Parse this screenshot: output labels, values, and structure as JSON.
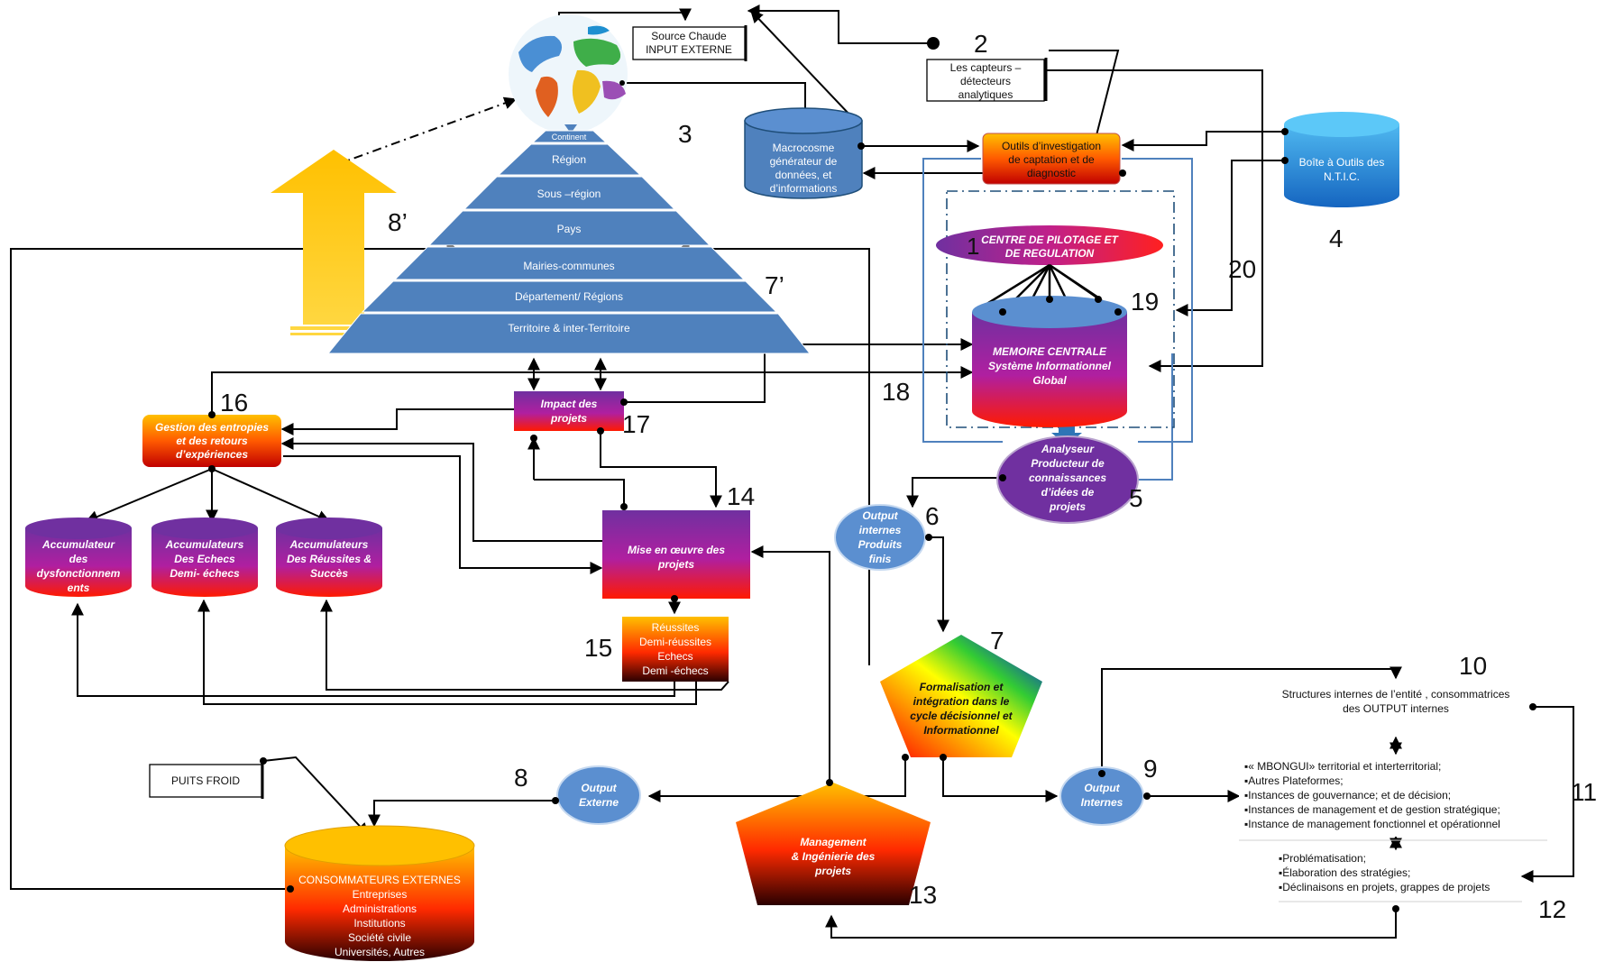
{
  "source_box": {
    "line1": "Source Chaude",
    "line2": "INPUT EXTERNE"
  },
  "sensors_box": {
    "line1": "Les capteurs –",
    "line2": "détecteurs",
    "line3": "analytiques"
  },
  "macrocosme": {
    "line1": "Macrocosme",
    "line2": "générateur de",
    "line3": "données, et",
    "line4": "d’informations"
  },
  "tools_box": {
    "line1": "Outils d’investigation",
    "line2": "de captation et de",
    "line3": "diagnostic"
  },
  "ntic": {
    "line1": "Boîte à Outils des",
    "line2": "N.T.I.C."
  },
  "pyramid": {
    "levels": [
      "Continent",
      "Région",
      "Sous –région",
      "Pays",
      "Mairies-communes",
      "Département/ Régions",
      "Territoire & inter-Territoire"
    ]
  },
  "centre": {
    "line1": "CENTRE DE PILOTAGE  ET",
    "line2": "DE REGULATION"
  },
  "memoire": {
    "line1": "MEMOIRE CENTRALE",
    "line2": "Système Informationnel",
    "line3": "Global"
  },
  "analyseur": {
    "line1": "Analyseur",
    "line2": "Producteur de",
    "line3": "connaissances",
    "line4": "d’idées de",
    "line5": "projets"
  },
  "output_internes_finis": {
    "line1": "Output",
    "line2": "internes",
    "line3": "Produits",
    "line4": "finis"
  },
  "gestion": {
    "line1": "Gestion des entropies",
    "line2": "et des retours",
    "line3": "d’expériences"
  },
  "impact": {
    "line1": "Impact des",
    "line2": "projets"
  },
  "acc1": {
    "line1": "Accumulateur",
    "line2": "des",
    "line3": "dysfonctionnem",
    "line4": "ents"
  },
  "acc2": {
    "line1": "Accumulateurs",
    "line2": "Des Echecs",
    "line3": "Demi- échecs"
  },
  "acc3": {
    "line1": "Accumulateurs",
    "line2": "Des Réussites &",
    "line3": "Succès"
  },
  "mise": {
    "line1": "Mise en œuvre des",
    "line2": "projets"
  },
  "results": {
    "line1": "Réussites",
    "line2": "Demi-réussites",
    "line3": "Echecs",
    "line4": "Demi -échecs"
  },
  "formalisation": {
    "line1": "Formalisation et",
    "line2": "intégration dans le",
    "line3": "cycle décisionnel  et",
    "line4": "Informationnel"
  },
  "management": {
    "line1": "Management",
    "line2": "& Ingénierie des",
    "line3": "projets"
  },
  "output_externe": {
    "line1": "Output",
    "line2": "Externe"
  },
  "output_internes": {
    "line1": "Output",
    "line2": "Internes"
  },
  "puits": "PUITS FROID",
  "consommateurs": {
    "title": "CONSOMMATEURS EXTERNES",
    "items": [
      "Entreprises",
      "Administrations",
      "Institutions",
      "Société civile",
      "Universités, Autres"
    ]
  },
  "structures": {
    "line1": "Structures internes de l’entité , consommatrices",
    "line2": "des OUTPUT  internes"
  },
  "instances": [
    "« MBONGUI» territorial et interterritorial;",
    "Autres Plateformes;",
    "Instances de gouvernance; et de décision;",
    "Instances de management et de gestion stratégique;",
    "Instance de management  fonctionnel et opérationnel"
  ],
  "strategy": [
    "Problématisation;",
    "Élaboration des stratégies;",
    "Déclinaisons en projets, grappes de projets"
  ],
  "numbers": {
    "n1": "1",
    "n2": "2",
    "n3": "3",
    "n4": "4",
    "n5": "5",
    "n6": "6",
    "n7": "7",
    "n7p": "7’",
    "n8": "8",
    "n8p": "8’",
    "n9": "9",
    "n10": "10",
    "n11": "11",
    "n12": "12",
    "n13": "13",
    "n14": "14",
    "n15": "15",
    "n16": "16",
    "n17": "17",
    "n18": "18",
    "n19": "19",
    "n20": "20"
  },
  "colors": {
    "pyramid": "#4f81bd",
    "blue_node": "#5b8fd0",
    "purple": "#7030a0",
    "orange": "#ffc000",
    "red": "#ff0000"
  }
}
